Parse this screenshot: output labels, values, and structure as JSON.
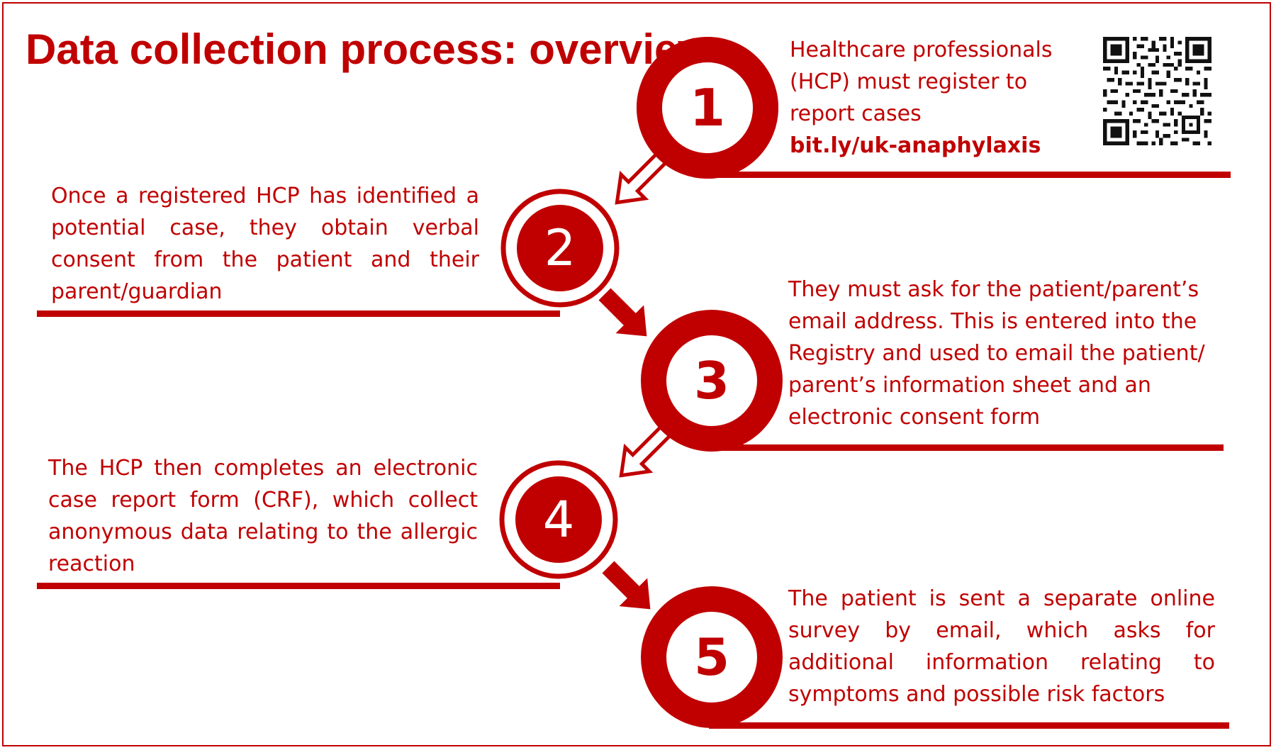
{
  "title": "Data collection process: overview",
  "colors": {
    "accent": "#c00000",
    "background": "#ffffff"
  },
  "steps": [
    {
      "number": "1",
      "text": "Healthcare professionals (HCP) must register to report cases",
      "link": "bit.ly/uk-anaphylaxis"
    },
    {
      "number": "2",
      "text": "Once a registered HCP has identified a potential case, they obtain verbal consent from the patient and their parent/guardian"
    },
    {
      "number": "3",
      "text": "They must ask for the patient/parent’s email address. This is entered into the Registry and used to email the patient/ parent’s information sheet and an electronic consent form"
    },
    {
      "number": "4",
      "text": "The HCP then completes an electronic case report form (CRF), which collect anonymous data relating to the allergic reaction"
    },
    {
      "number": "5",
      "text": "The patient is sent a separate online survey by email, which asks for additional information relating to symptoms and possible risk factors"
    }
  ],
  "icons": {
    "qr": "qr-code-icon"
  }
}
